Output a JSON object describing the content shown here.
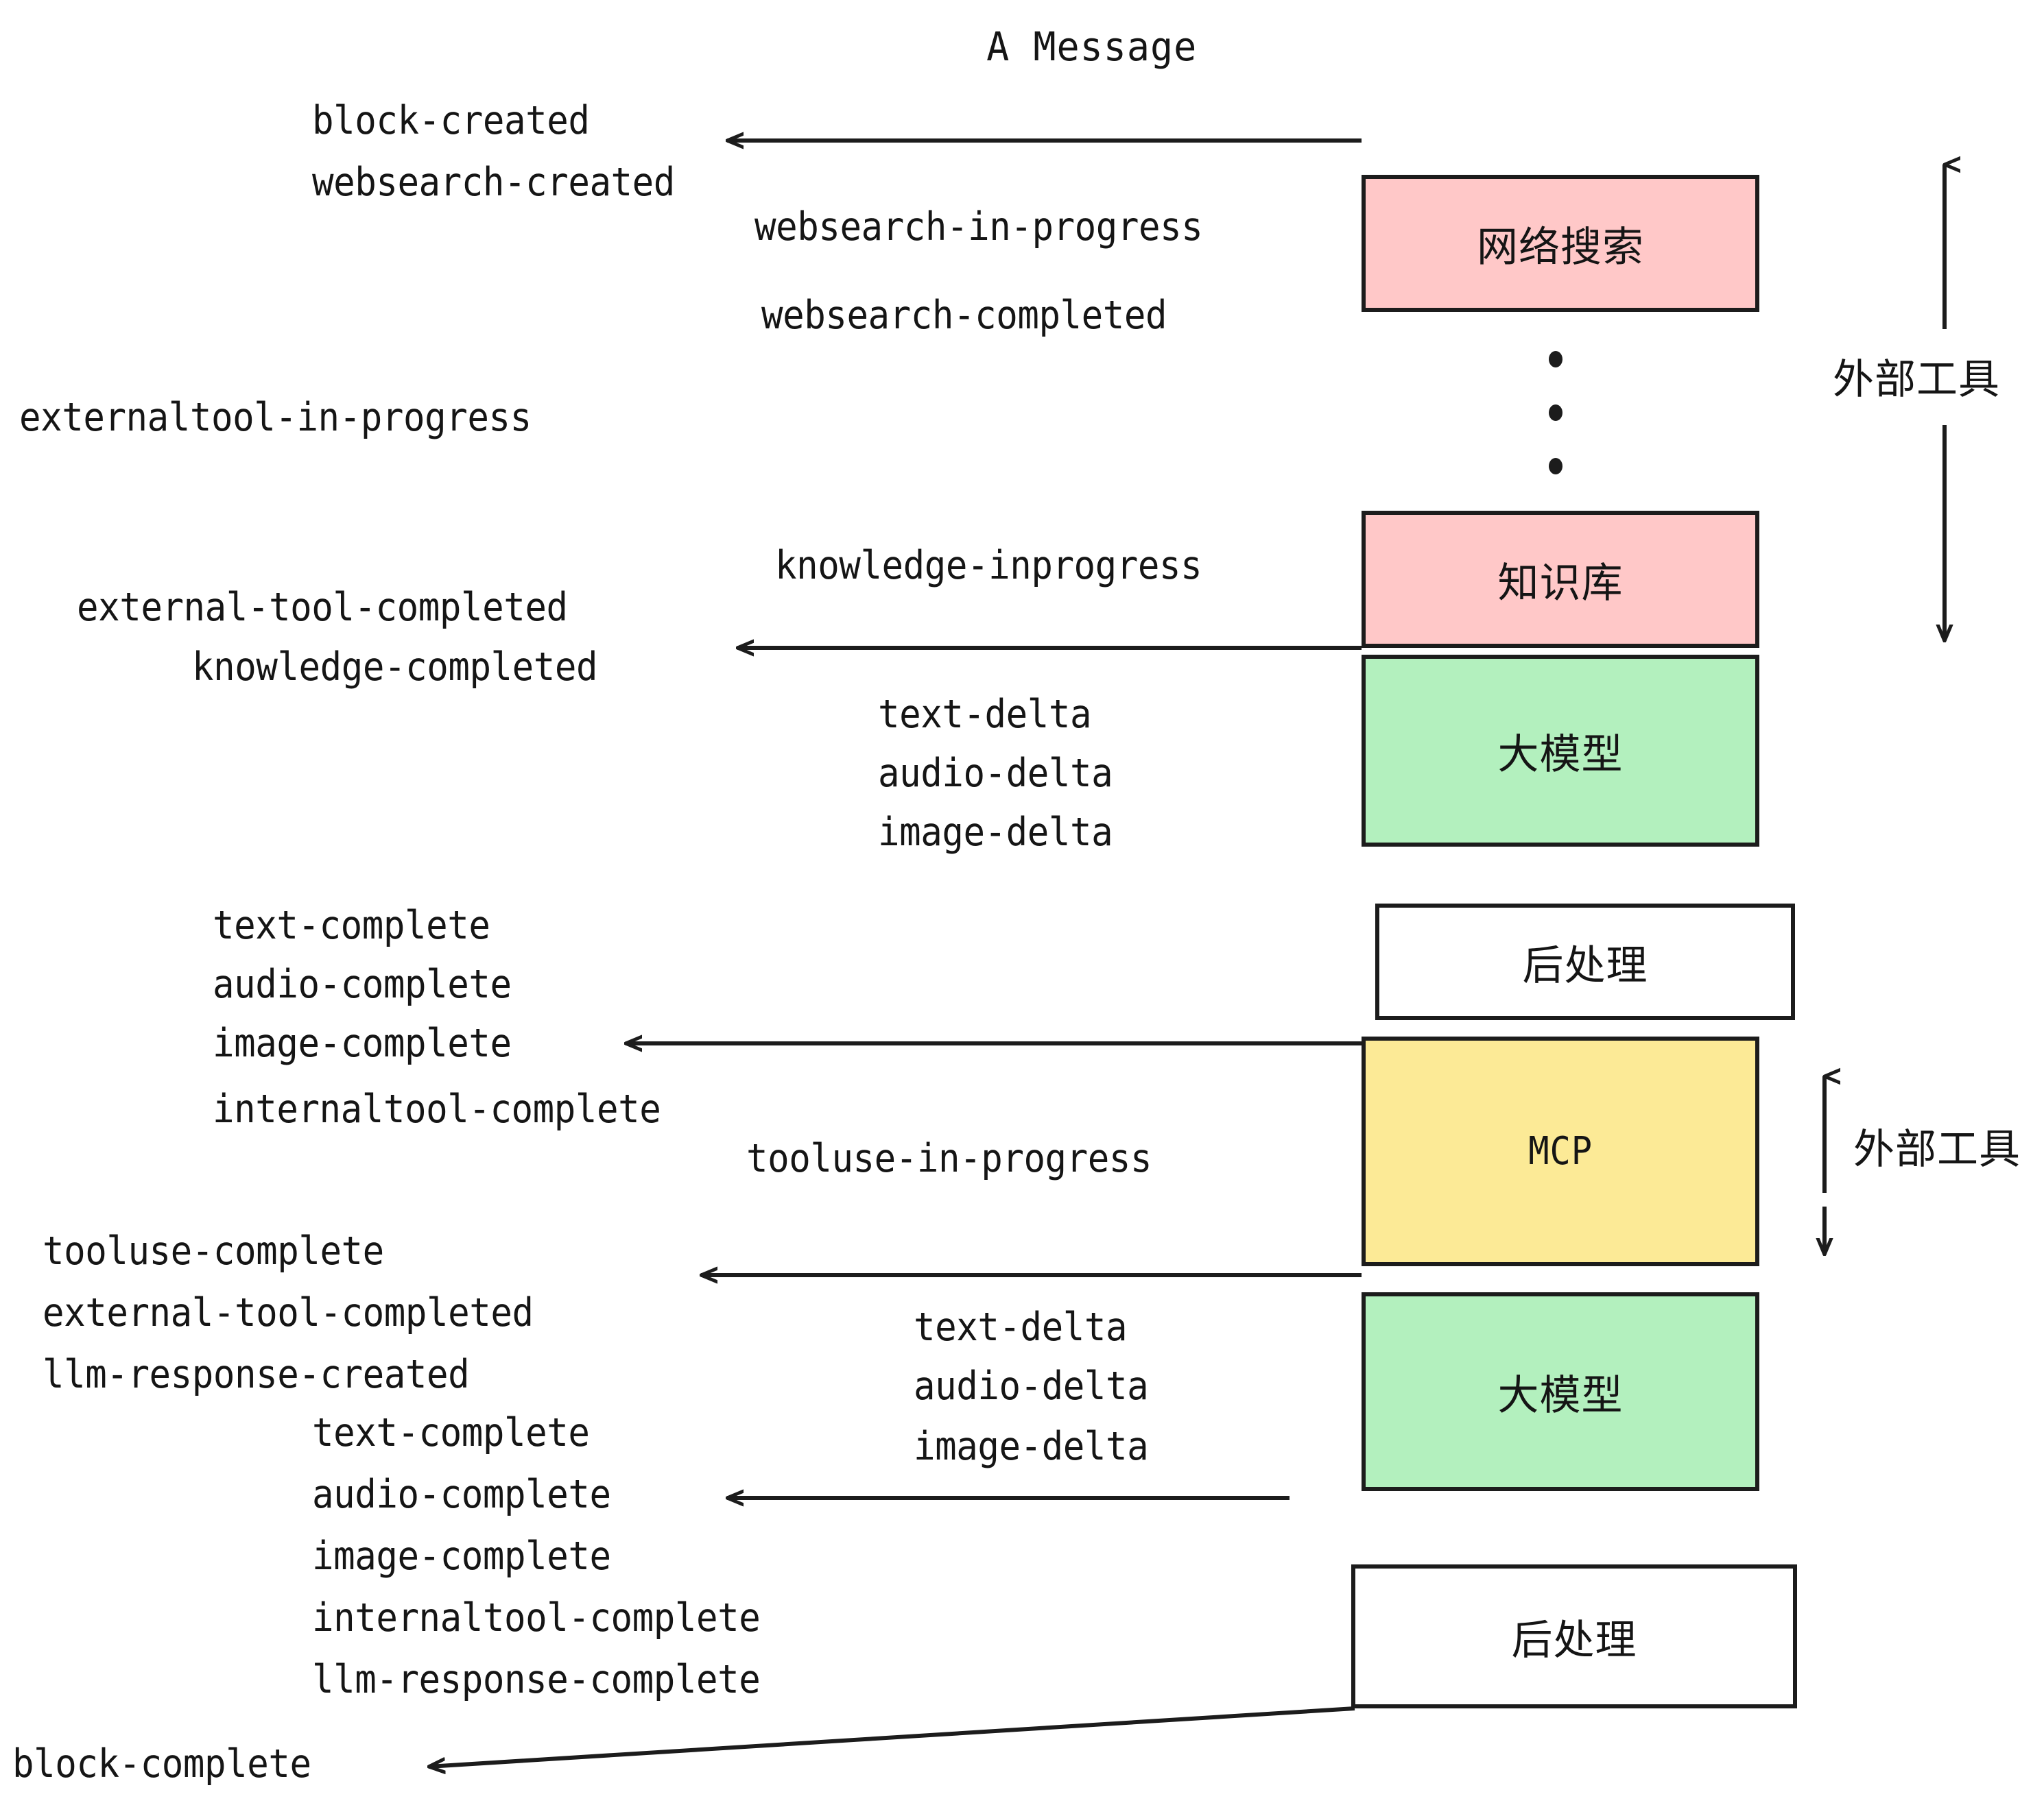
{
  "diagram": {
    "title": "A Message",
    "colors": {
      "pink": "#FFC8C8",
      "green": "#B3F0BE",
      "yellow": "#FCEA96",
      "white": "#FFFFFF",
      "stroke": "#1C1C1C",
      "text": "#151515"
    },
    "nodes": [
      {
        "id": "websearch",
        "label": "网络搜索",
        "fill": "#FFC8C8"
      },
      {
        "id": "knowledge",
        "label": "知识库",
        "fill": "#FFC8C8"
      },
      {
        "id": "llm-top",
        "label": "大模型",
        "fill": "#B3F0BE"
      },
      {
        "id": "post-top",
        "label": "后处理",
        "fill": "#FFFFFF"
      },
      {
        "id": "mcp",
        "label": "MCP",
        "fill": "#FCEA96"
      },
      {
        "id": "llm-bottom",
        "label": "大模型",
        "fill": "#B3F0BE"
      },
      {
        "id": "post-bottom",
        "label": "后处理",
        "fill": "#FFFFFF"
      }
    ],
    "side_labels": [
      {
        "id": "external-tool-top",
        "label": "外部工具"
      },
      {
        "id": "external-tool-bottom",
        "label": "外部工具"
      }
    ],
    "events": {
      "block_created": "block-created",
      "websearch_created": "websearch-created",
      "websearch_in_progress": "websearch-in-progress",
      "websearch_completed": "websearch-completed",
      "externaltool_in_progress": "externaltool-in-progress",
      "knowledge_inprogress": "knowledge-inprogress",
      "external_tool_completed_1": "external-tool-completed",
      "knowledge_completed": "knowledge-completed",
      "text_delta_1": "text-delta",
      "audio_delta_1": "audio-delta",
      "image_delta_1": "image-delta",
      "text_complete_1": "text-complete",
      "audio_complete_1": "audio-complete",
      "image_complete_1": "image-complete",
      "internaltool_complete_1": "internaltool-complete",
      "tooluse_in_progress": "tooluse-in-progress",
      "tooluse_complete": "tooluse-complete",
      "external_tool_completed_2": "external-tool-completed",
      "llm_response_created": "llm-response-created",
      "text_delta_2": "text-delta",
      "audio_delta_2": "audio-delta",
      "image_delta_2": "image-delta",
      "text_complete_2": "text-complete",
      "audio_complete_2": "audio-complete",
      "image_complete_2": "image-complete",
      "internaltool_complete_2": "internaltool-complete",
      "llm_response_complete": "llm-response-complete",
      "block_complete": "block-complete"
    }
  }
}
